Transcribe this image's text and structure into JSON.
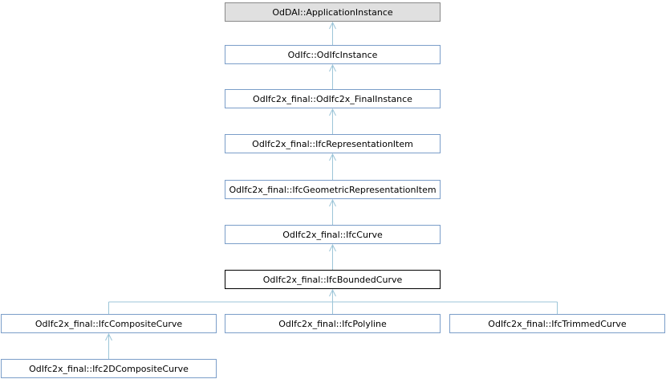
{
  "diagram": {
    "colors": {
      "node_border": "#7b9ec9",
      "edge": "#9cc5d8",
      "root_fill": "#e0e0e0",
      "current_border": "#000000"
    },
    "nodes": [
      {
        "id": "n1",
        "label": "OdDAI::ApplicationInstance"
      },
      {
        "id": "n2",
        "label": "OdIfc::OdIfcInstance"
      },
      {
        "id": "n3",
        "label": "OdIfc2x_final::OdIfc2x_FinalInstance"
      },
      {
        "id": "n4",
        "label": "OdIfc2x_final::IfcRepresentationItem"
      },
      {
        "id": "n5",
        "label": "OdIfc2x_final::IfcGeometricRepresentationItem"
      },
      {
        "id": "n6",
        "label": "OdIfc2x_final::IfcCurve"
      },
      {
        "id": "n7",
        "label": "OdIfc2x_final::IfcBoundedCurve"
      },
      {
        "id": "n8",
        "label": "OdIfc2x_final::IfcCompositeCurve"
      },
      {
        "id": "n9",
        "label": "OdIfc2x_final::IfcPolyline"
      },
      {
        "id": "n10",
        "label": "OdIfc2x_final::IfcTrimmedCurve"
      },
      {
        "id": "n11",
        "label": "OdIfc2x_final::Ifc2DCompositeCurve"
      }
    ],
    "edges": [
      {
        "from": "n2",
        "to": "n1"
      },
      {
        "from": "n3",
        "to": "n2"
      },
      {
        "from": "n4",
        "to": "n3"
      },
      {
        "from": "n5",
        "to": "n4"
      },
      {
        "from": "n6",
        "to": "n5"
      },
      {
        "from": "n7",
        "to": "n6"
      },
      {
        "from": "n8",
        "to": "n7"
      },
      {
        "from": "n9",
        "to": "n7"
      },
      {
        "from": "n10",
        "to": "n7"
      },
      {
        "from": "n11",
        "to": "n8"
      }
    ]
  }
}
